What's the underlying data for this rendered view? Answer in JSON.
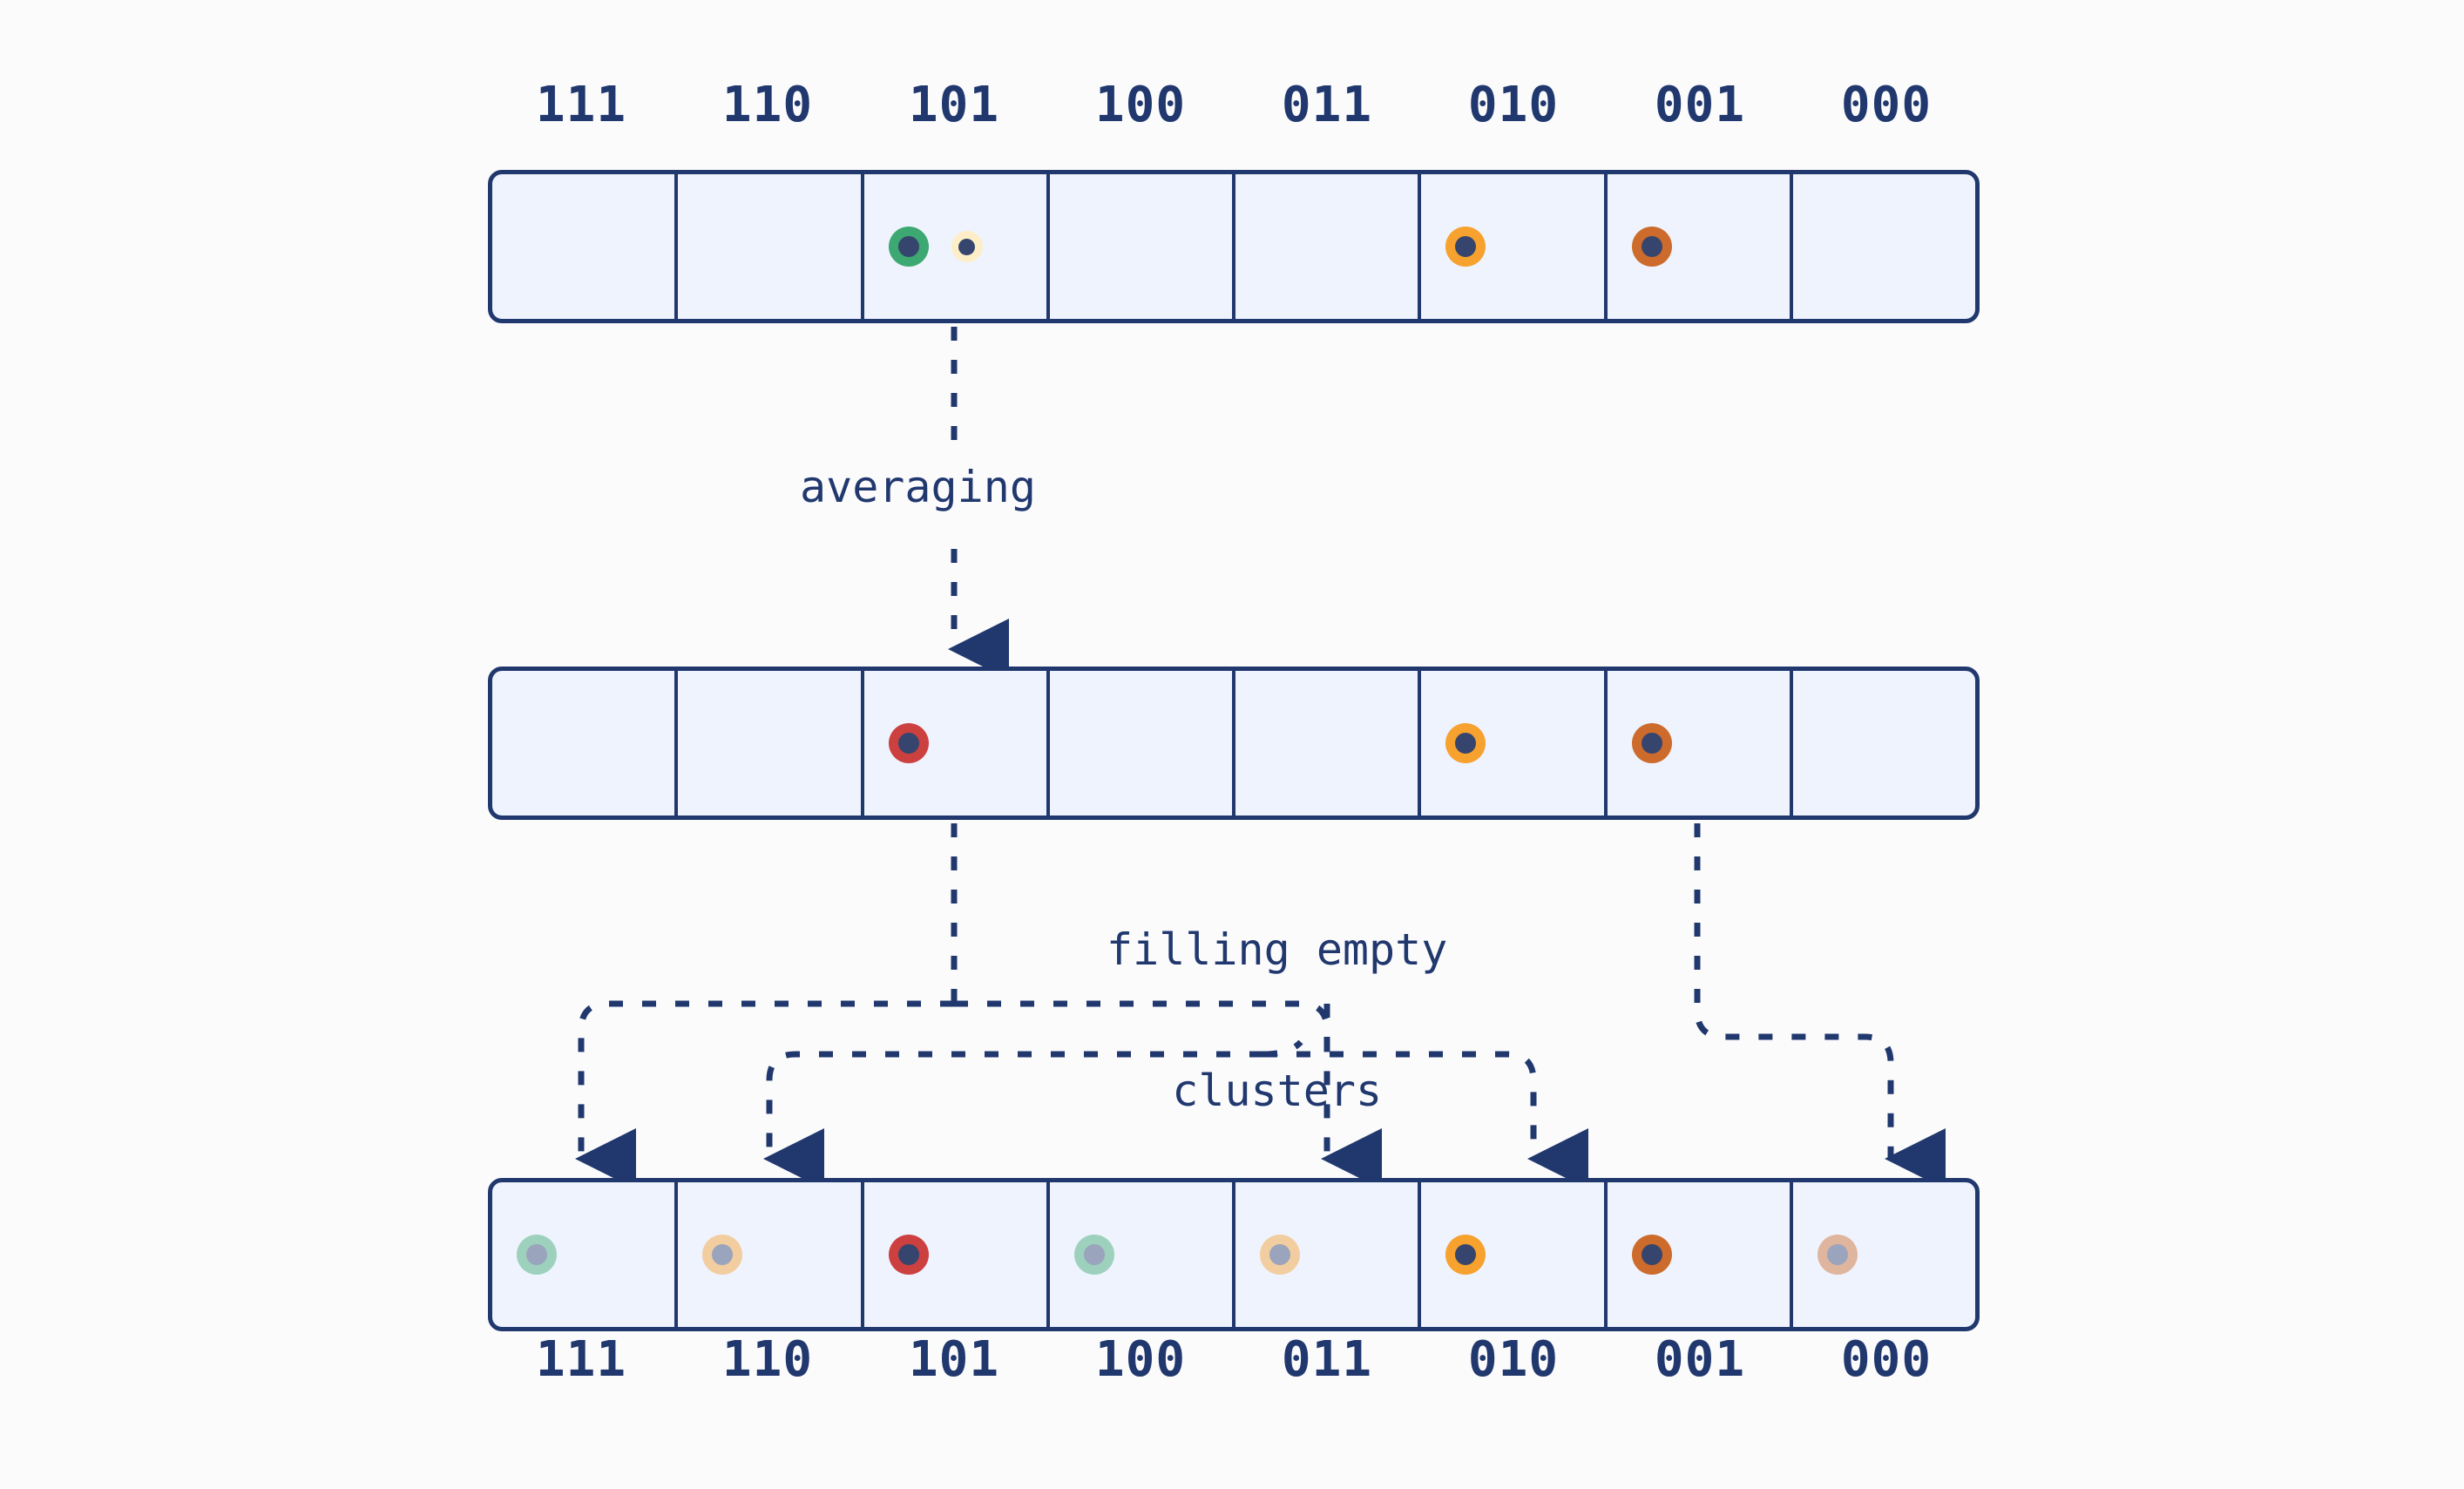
{
  "diagram": {
    "title": "cluster averaging and empty-cluster filling",
    "colors": {
      "page_background": "#fbfbfc",
      "cell_fill": "#eef3fd",
      "stroke": "#21386e",
      "dot_core": "#35456e",
      "green": "#3da871",
      "cream": "#fdeec8",
      "orange": "#f7a12e",
      "burnt_orange": "#cd6b2c",
      "red": "#cc4040"
    },
    "labels_top": [
      "111",
      "110",
      "101",
      "100",
      "011",
      "010",
      "001",
      "000"
    ],
    "labels_bottom": [
      "111",
      "110",
      "101",
      "100",
      "011",
      "010",
      "001",
      "000"
    ],
    "captions": {
      "averaging": "averaging",
      "filling_empty": "filling empty",
      "clusters": "clusters"
    },
    "rows": [
      {
        "name": "input-clusters",
        "cells": [
          {
            "label": "111",
            "dots": []
          },
          {
            "label": "110",
            "dots": []
          },
          {
            "label": "101",
            "dots": [
              {
                "color": "#3da871",
                "size": "big",
                "faded": false,
                "name": "green"
              },
              {
                "color": "#fdeec8",
                "size": "small",
                "faded": false,
                "name": "cream"
              }
            ]
          },
          {
            "label": "100",
            "dots": []
          },
          {
            "label": "011",
            "dots": []
          },
          {
            "label": "010",
            "dots": [
              {
                "color": "#f7a12e",
                "size": "big",
                "faded": false,
                "name": "orange"
              }
            ]
          },
          {
            "label": "001",
            "dots": [
              {
                "color": "#cd6b2c",
                "size": "big",
                "faded": false,
                "name": "burnt-orange"
              }
            ]
          },
          {
            "label": "000",
            "dots": []
          }
        ]
      },
      {
        "name": "averaged-clusters",
        "cells": [
          {
            "label": "111",
            "dots": []
          },
          {
            "label": "110",
            "dots": []
          },
          {
            "label": "101",
            "dots": [
              {
                "color": "#cc4040",
                "size": "big",
                "faded": false,
                "name": "red"
              }
            ]
          },
          {
            "label": "100",
            "dots": []
          },
          {
            "label": "011",
            "dots": []
          },
          {
            "label": "010",
            "dots": [
              {
                "color": "#f7a12e",
                "size": "big",
                "faded": false,
                "name": "orange"
              }
            ]
          },
          {
            "label": "001",
            "dots": [
              {
                "color": "#cd6b2c",
                "size": "big",
                "faded": false,
                "name": "burnt-orange"
              }
            ]
          },
          {
            "label": "000",
            "dots": []
          }
        ]
      },
      {
        "name": "filled-clusters",
        "cells": [
          {
            "label": "111",
            "dots": [
              {
                "color": "#3da871",
                "size": "big",
                "faded": true,
                "name": "green-faded"
              }
            ]
          },
          {
            "label": "110",
            "dots": [
              {
                "color": "#f7a12e",
                "size": "big",
                "faded": true,
                "name": "orange-faded"
              }
            ]
          },
          {
            "label": "101",
            "dots": [
              {
                "color": "#cc4040",
                "size": "big",
                "faded": false,
                "name": "red"
              }
            ]
          },
          {
            "label": "100",
            "dots": [
              {
                "color": "#3da871",
                "size": "big",
                "faded": true,
                "name": "green-faded"
              }
            ]
          },
          {
            "label": "011",
            "dots": [
              {
                "color": "#f7a12e",
                "size": "big",
                "faded": true,
                "name": "orange-faded"
              }
            ]
          },
          {
            "label": "010",
            "dots": [
              {
                "color": "#f7a12e",
                "size": "big",
                "faded": false,
                "name": "orange"
              }
            ]
          },
          {
            "label": "001",
            "dots": [
              {
                "color": "#cd6b2c",
                "size": "big",
                "faded": false,
                "name": "burnt-orange"
              }
            ]
          },
          {
            "label": "000",
            "dots": [
              {
                "color": "#cd6b2c",
                "size": "big",
                "faded": true,
                "name": "burnt-orange-faded"
              }
            ]
          }
        ]
      }
    ],
    "connectors": [
      {
        "name": "averaging-arrow",
        "from": "row1-cell-101",
        "to": "row2-cell-101"
      },
      {
        "name": "fill-101-to-111",
        "from": "row2-cell-101",
        "to": "row3-cell-111"
      },
      {
        "name": "fill-101-to-110",
        "from": "row2-cell-101",
        "to": "row3-cell-110"
      },
      {
        "name": "fill-101-to-101",
        "from": "row2-cell-101",
        "to": "row3-cell-101"
      },
      {
        "name": "fill-101-to-100",
        "from": "row2-cell-101",
        "to": "row3-cell-100"
      },
      {
        "name": "fill-101-to-011",
        "from": "row2-cell-101",
        "to": "row3-cell-011"
      },
      {
        "name": "fill-001-to-000",
        "from": "row2-cell-001",
        "to": "row3-cell-000"
      }
    ]
  }
}
